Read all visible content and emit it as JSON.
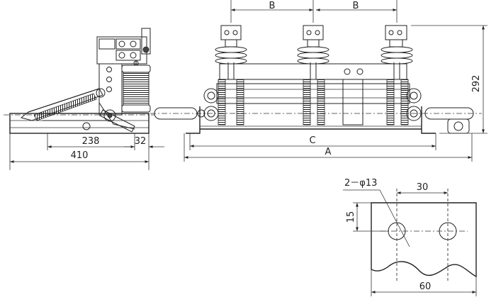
{
  "side_view": {
    "dim_238": "238",
    "dim_32": "32",
    "dim_410": "410"
  },
  "front_view": {
    "dim_b_left": "B",
    "dim_b_right": "B",
    "dim_c": "C",
    "dim_a": "A",
    "dim_292": "292"
  },
  "terminal_detail": {
    "hole_label": "2－φ13",
    "dim_30": "30",
    "dim_15": "15",
    "dim_60": "60"
  }
}
